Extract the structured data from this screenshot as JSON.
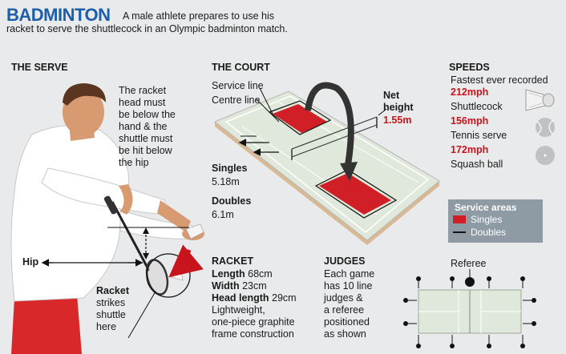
{
  "header": {
    "title": "BADMINTON",
    "subtitle_line1": "A male athlete prepares to use his",
    "subtitle_line2": "racket to serve the shuttlecock in an Olympic badminton match."
  },
  "serve": {
    "heading": "THE SERVE",
    "desc_lines": [
      "The racket",
      "head must",
      "be below the",
      "hand & the",
      "shuttle must",
      "be hit below",
      "the hip"
    ],
    "hip_label": "Hip",
    "racket_lines": [
      "Racket",
      "strikes",
      "shuttle",
      "here"
    ]
  },
  "court": {
    "heading": "THE COURT",
    "service_line": "Service line",
    "centre_line": "Centre line",
    "net_height_label_1": "Net",
    "net_height_label_2": "height",
    "net_height_value": "1.55m",
    "singles_label": "Singles",
    "singles_value": "5.18m",
    "doubles_label": "Doubles",
    "doubles_value": "6.1m"
  },
  "speeds": {
    "heading": "SPEEDS",
    "fastest_label": "Fastest ever recorded",
    "items": [
      {
        "value": "212mph",
        "label": "Shuttlecock"
      },
      {
        "value": "156mph",
        "label": "Tennis serve"
      },
      {
        "value": "172mph",
        "label": "Squash ball"
      }
    ]
  },
  "legend": {
    "title": "Service areas",
    "singles": "Singles",
    "doubles": "Doubles"
  },
  "racket": {
    "heading": "RACKET",
    "length_label": "Length",
    "length_value": "68cm",
    "width_label": "Width",
    "width_value": "23cm",
    "head_label": "Head length",
    "head_value": "29cm",
    "desc_lines": [
      "Lightweight,",
      "one-piece graphite",
      "frame construction"
    ]
  },
  "judges": {
    "heading": "JUDGES",
    "desc_lines": [
      "Each game",
      "has 10 line",
      "judges &",
      "a referee",
      "positioned",
      "as shown"
    ],
    "referee_label": "Referee"
  },
  "colors": {
    "title_blue": "#1c5ea8",
    "accent_red": "#c8141c",
    "court_green": "#dfe8da",
    "court_edge": "#e6c9a0",
    "legend_bg": "#8e9aa4"
  }
}
